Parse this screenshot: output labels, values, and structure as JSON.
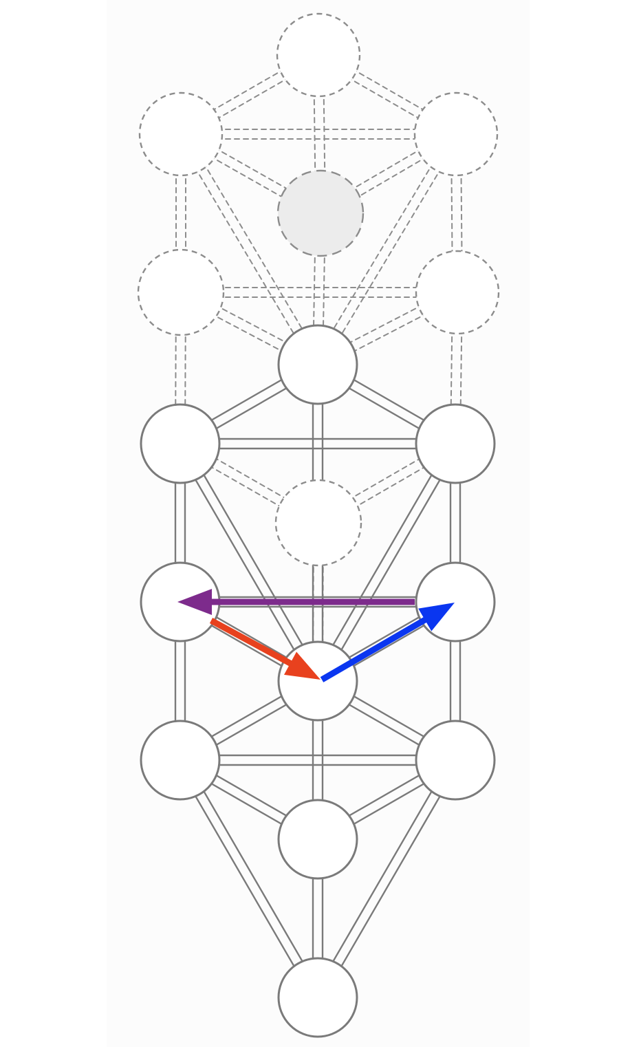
{
  "diagram": {
    "colors": {
      "background": "#ffffff",
      "panel": "#fcfcfc",
      "solid_line": "#7a7a7a",
      "dashed_line": "#8c8c8c",
      "node_fill": "#ffffff",
      "hidden_node_fill": "#ececec",
      "arrow_purple": "#7d2b8c",
      "arrow_red": "#e8411e",
      "arrow_blue": "#0a36f0"
    },
    "nodes": [
      {
        "id": "upper-crown",
        "style": "dashed"
      },
      {
        "id": "upper-left-top",
        "style": "dashed"
      },
      {
        "id": "upper-right-top",
        "style": "dashed"
      },
      {
        "id": "upper-hidden",
        "style": "dashed-shaded"
      },
      {
        "id": "upper-left-mid",
        "style": "dashed"
      },
      {
        "id": "upper-right-mid",
        "style": "dashed"
      },
      {
        "id": "crown",
        "style": "solid"
      },
      {
        "id": "left-upper",
        "style": "solid"
      },
      {
        "id": "right-upper",
        "style": "solid"
      },
      {
        "id": "hidden-center",
        "style": "dashed"
      },
      {
        "id": "left-middle",
        "style": "solid"
      },
      {
        "id": "right-middle",
        "style": "solid"
      },
      {
        "id": "center",
        "style": "solid"
      },
      {
        "id": "left-lower",
        "style": "solid"
      },
      {
        "id": "right-lower",
        "style": "solid"
      },
      {
        "id": "foundation",
        "style": "solid"
      },
      {
        "id": "base",
        "style": "solid"
      }
    ],
    "arrows": [
      {
        "id": "purple",
        "from": "right-middle",
        "to": "left-middle",
        "color_key": "arrow_purple"
      },
      {
        "id": "red",
        "from": "left-middle",
        "to": "center",
        "color_key": "arrow_red"
      },
      {
        "id": "blue",
        "from": "center",
        "to": "right-middle",
        "color_key": "arrow_blue"
      }
    ]
  }
}
